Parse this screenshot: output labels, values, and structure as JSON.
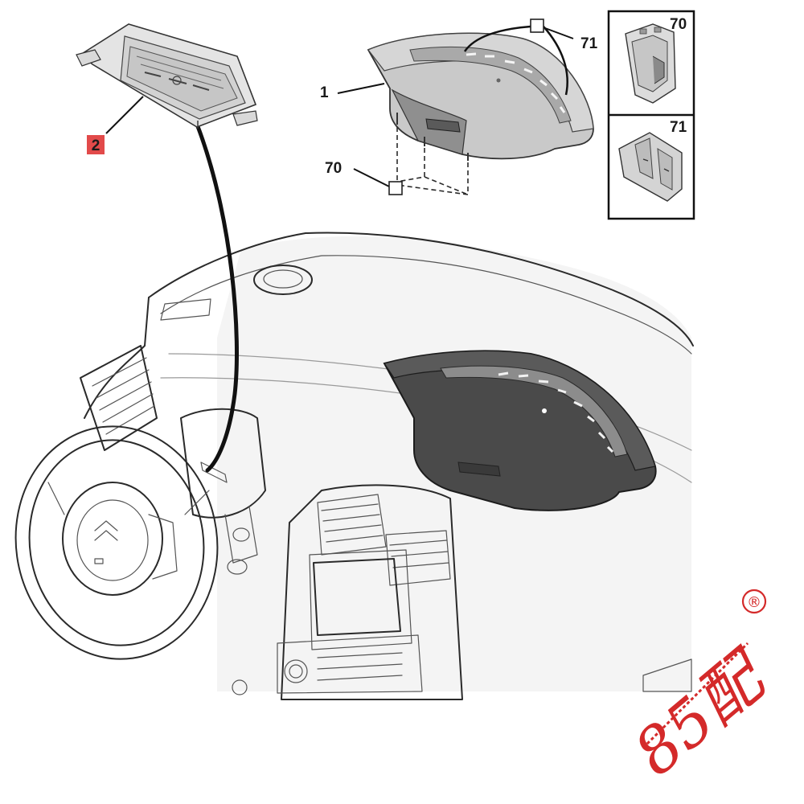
{
  "callouts": {
    "cluster": "2",
    "display_unit": "1",
    "clip_top": "71",
    "clip_bottom": "70",
    "inset_clip_70": "70",
    "inset_clip_71": "71"
  },
  "watermark": {
    "text": "85配",
    "registered_mark": "®"
  },
  "colors": {
    "highlight": "#e24a4a",
    "watermark": "#d42a2a",
    "part_dark": "#4a4a4a",
    "part_grey": "#bdbdbd"
  }
}
